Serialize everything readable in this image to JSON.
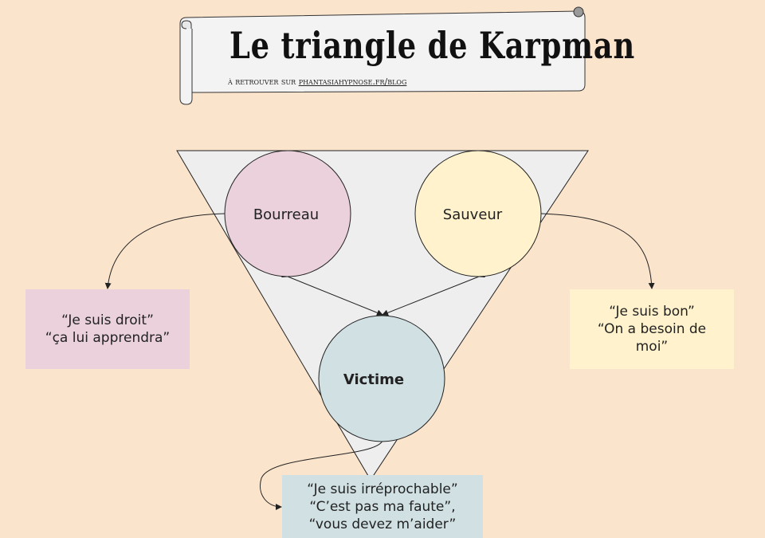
{
  "header": {
    "title": "Le triangle de Karpman",
    "subtitle_prefix": "à retrouver sur",
    "subtitle_link": "phantasiahypnose.fr/blog"
  },
  "roles": {
    "bourreau": {
      "label": "Bourreau",
      "color": "#ead1dc"
    },
    "sauveur": {
      "label": "Sauveur",
      "color": "#fff2cc"
    },
    "victime": {
      "label": "Victime",
      "color": "#d0e0e3"
    }
  },
  "quotes": {
    "bourreau": [
      "“Je suis droit”",
      "“ça lui apprendra”"
    ],
    "sauveur": [
      "“Je suis bon”",
      "“On a besoin de moi”"
    ],
    "victime": [
      "“Je suis irréprochable”",
      "“C’est pas ma faute”,",
      "“vous devez m’aider”"
    ]
  },
  "colors": {
    "background": "#fbe4cc",
    "triangle": "#eeeeee",
    "scroll": "#f3f3f3"
  }
}
